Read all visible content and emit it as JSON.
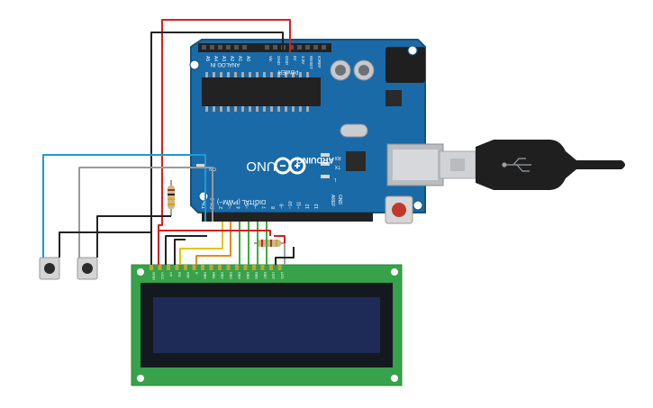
{
  "board": {
    "brand": "ARDUINO",
    "model": "UNO",
    "digital_label": "DIGITAL (PWM~)",
    "analog_label": "ANALOG IN",
    "power_label": "POWER",
    "aref_label": "AREF",
    "gnd_label": "GND",
    "on_label": "ON",
    "tx_label": "TX",
    "rx_label": "RX",
    "l_label": "L",
    "analog_pins": [
      "A5",
      "A4",
      "A3",
      "A2",
      "A1",
      "A0"
    ],
    "power_pins": [
      "Vin",
      "GND",
      "GND",
      "5V",
      "3.3V",
      "RESET",
      "IOREF"
    ],
    "digital_pins": [
      "TX▸1",
      "RX◂0",
      "2",
      "~3",
      "4",
      "~5",
      "~6",
      "7",
      "8",
      "~9",
      "~10",
      "~11",
      "12",
      "13"
    ],
    "icsp": "ICSP"
  },
  "lcd": {
    "pins": [
      "GND",
      "VCC",
      "V0",
      "RS",
      "RW",
      "E",
      "DB0",
      "DB1",
      "DB2",
      "DB3",
      "DB4",
      "DB5",
      "DB6",
      "DB7",
      "LED",
      "LED"
    ]
  },
  "colors": {
    "board": "#1a6aa8",
    "board_dark": "#14527f",
    "pcb_green": "#37a24a",
    "lcd_screen": "#1e2b57",
    "wire_red": "#d81f1f",
    "wire_black": "#222222",
    "wire_blue": "#1b9bd8",
    "wire_gray": "#9a9a9a",
    "wire_green": "#3cae3c",
    "wire_yellow": "#e6c200",
    "wire_orange": "#e48a1a"
  }
}
